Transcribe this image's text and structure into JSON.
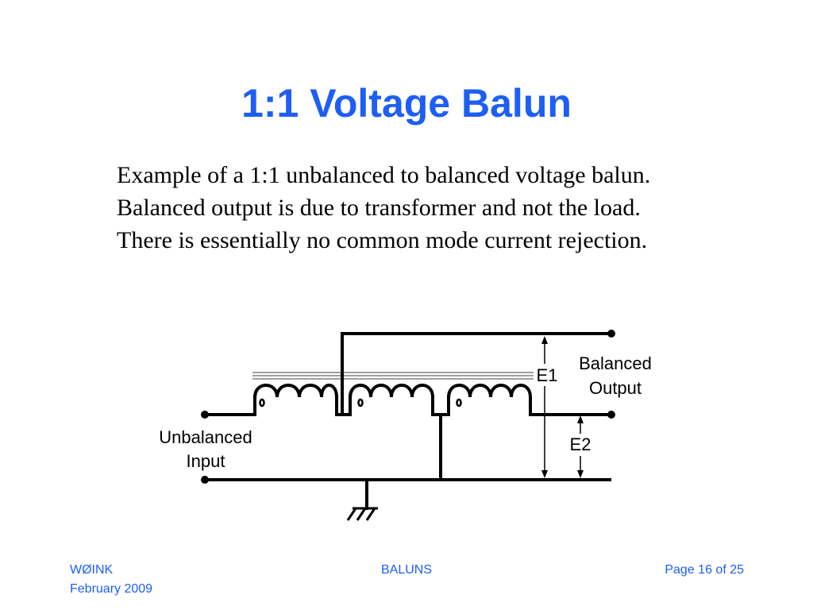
{
  "slide": {
    "title": "1:1 Voltage Balun",
    "paragraphs": [
      "Example of a 1:1 unbalanced to balanced voltage balun. Balanced output is due to transformer and not the load.",
      "There is essentially no common mode current rejection."
    ]
  },
  "diagram": {
    "labels": {
      "output_line1": "Balanced",
      "output_line2": "Output",
      "input_line1": "Unbalanced",
      "input_line2": "Input",
      "e1": "E1",
      "e2": "E2"
    }
  },
  "footer": {
    "author": "WØINK",
    "date": "February 2009",
    "topic": "BALUNS",
    "page": "Page 16 of 25"
  },
  "colors": {
    "accent": "#1d5ef5",
    "text": "#000000",
    "background": "#ffffff"
  }
}
